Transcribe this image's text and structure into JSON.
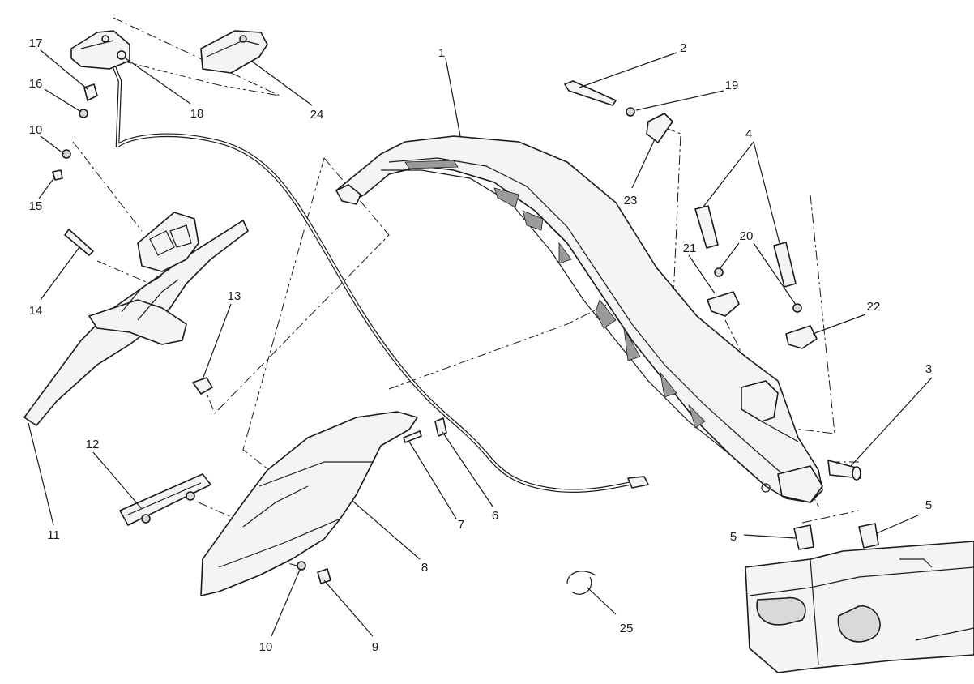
{
  "diagram": {
    "callouts": [
      {
        "id": "c1",
        "label": "1"
      },
      {
        "id": "c2",
        "label": "2"
      },
      {
        "id": "c3",
        "label": "3"
      },
      {
        "id": "c4",
        "label": "4"
      },
      {
        "id": "c5a",
        "label": "5"
      },
      {
        "id": "c5b",
        "label": "5"
      },
      {
        "id": "c6",
        "label": "6"
      },
      {
        "id": "c7",
        "label": "7"
      },
      {
        "id": "c8",
        "label": "8"
      },
      {
        "id": "c9",
        "label": "9"
      },
      {
        "id": "c10a",
        "label": "10"
      },
      {
        "id": "c10b",
        "label": "10"
      },
      {
        "id": "c11",
        "label": "11"
      },
      {
        "id": "c12",
        "label": "12"
      },
      {
        "id": "c13",
        "label": "13"
      },
      {
        "id": "c14",
        "label": "14"
      },
      {
        "id": "c15",
        "label": "15"
      },
      {
        "id": "c16",
        "label": "16"
      },
      {
        "id": "c17",
        "label": "17"
      },
      {
        "id": "c18",
        "label": "18"
      },
      {
        "id": "c19",
        "label": "19"
      },
      {
        "id": "c20",
        "label": "20"
      },
      {
        "id": "c21",
        "label": "21"
      },
      {
        "id": "c22",
        "label": "22"
      },
      {
        "id": "c23",
        "label": "23"
      },
      {
        "id": "c24",
        "label": "24"
      },
      {
        "id": "c25",
        "label": "25"
      }
    ]
  }
}
